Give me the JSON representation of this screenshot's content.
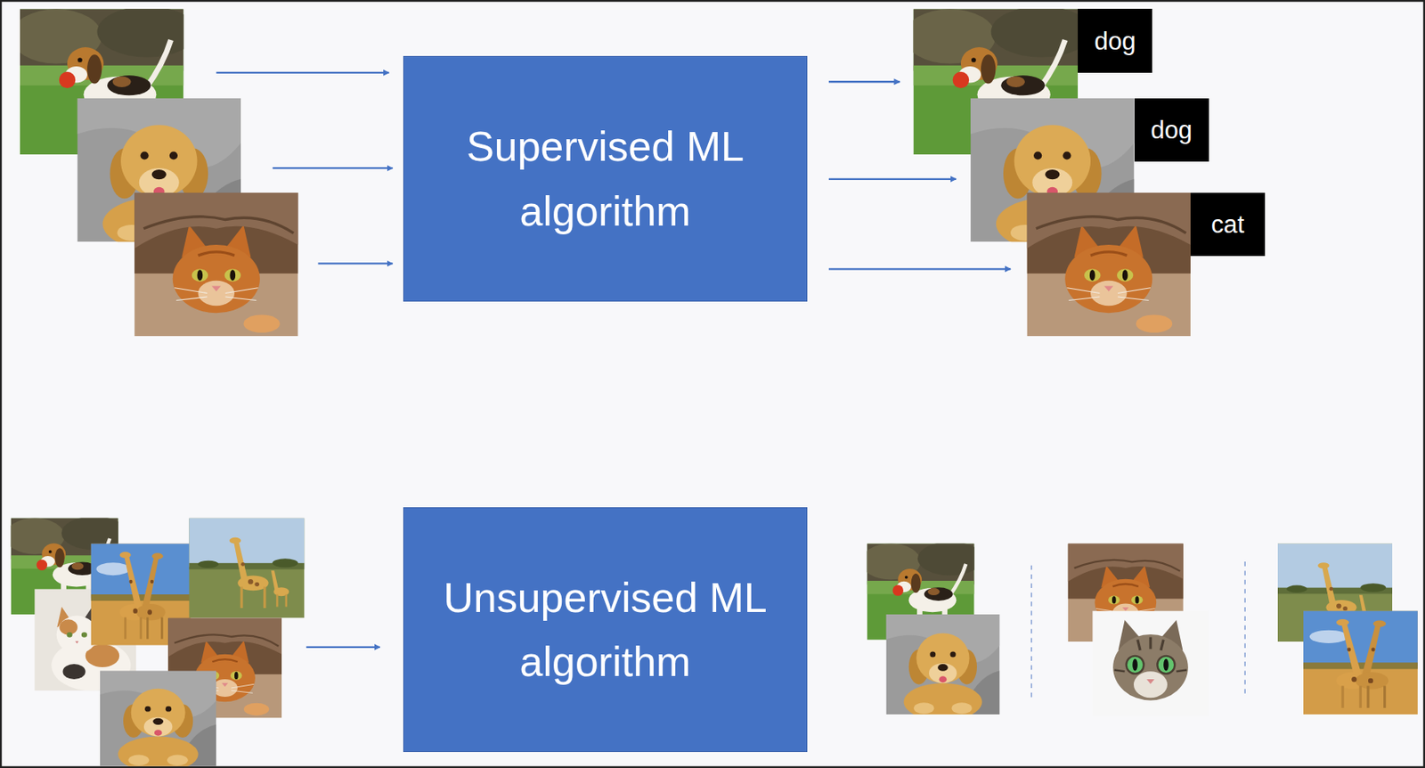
{
  "diagram": {
    "nodes": [
      {
        "text": [
          "Supervised ML algorithm"
        ]
      },
      {
        "text": [
          "dog"
        ]
      },
      {
        "text": [
          "dog"
        ]
      },
      {
        "text": [
          "cat"
        ]
      },
      {
        "text": [
          "Unsupervised ML algorithm"
        ]
      }
    ]
  }
}
